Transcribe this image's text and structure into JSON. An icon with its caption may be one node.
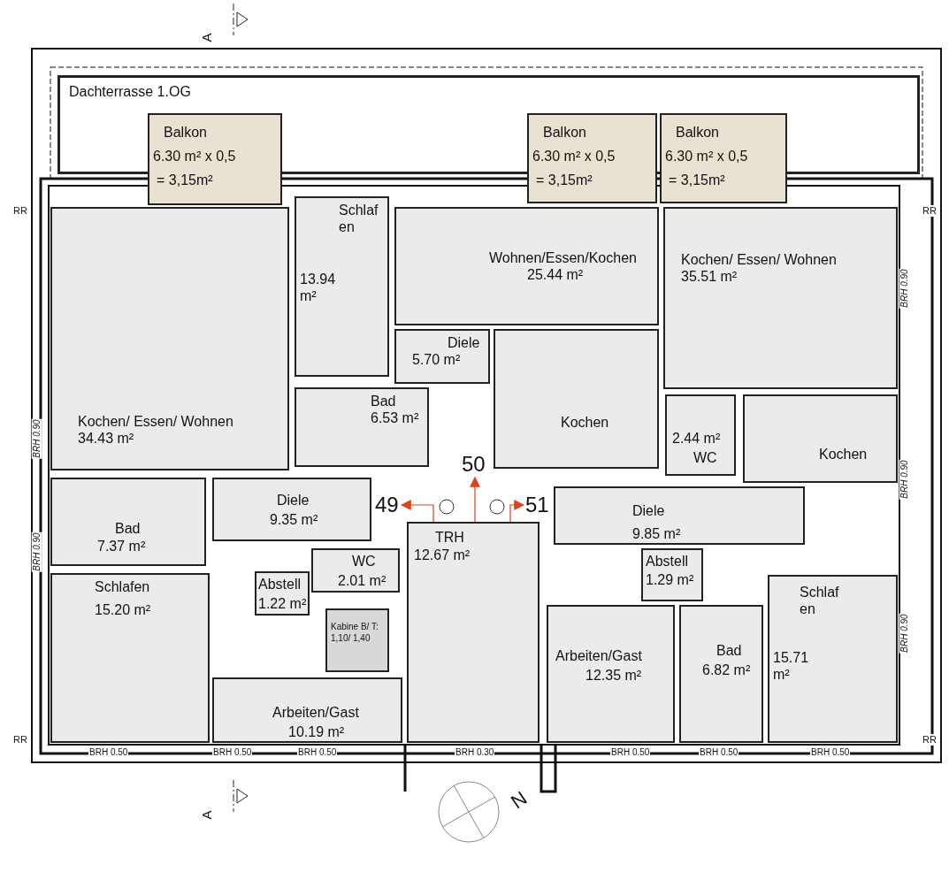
{
  "diagram": {
    "nodes": [
      {
        "text": [
          "Dachterrasse 1.OG"
        ]
      },
      {
        "text": [
          "Balkon",
          "6.30 m² x 0,5",
          "= 3,15m²"
        ]
      },
      {
        "text": [
          "Balkon",
          "6.30 m² x 0,5",
          "= 3,15m²"
        ]
      },
      {
        "text": [
          "Balkon",
          "6.30 m² x 0,5",
          "= 3,15m²"
        ]
      },
      {
        "text": [
          "Kochen/ Essen/ Wohnen",
          "34.43 m²"
        ]
      },
      {
        "text": [
          "Schlaf en",
          "13.94 m²"
        ]
      },
      {
        "text": [
          "Wohnen/Essen/Kochen",
          "25.44 m²"
        ]
      },
      {
        "text": [
          "Kochen/ Essen/ Wohnen",
          "35.51 m²"
        ]
      },
      {
        "text": [
          "Diele",
          "5.70 m²"
        ]
      },
      {
        "text": [
          "Bad",
          "6.53 m²"
        ]
      },
      {
        "text": [
          "Kochen"
        ]
      },
      {
        "text": [
          "2.44 m²",
          "WC"
        ]
      },
      {
        "text": [
          "Kochen"
        ]
      },
      {
        "text": [
          "Bad",
          "7.37 m²"
        ]
      },
      {
        "text": [
          "Diele",
          "9.35 m²"
        ]
      },
      {
        "text": [
          "TRH",
          "12.67 m²"
        ]
      },
      {
        "text": [
          "Diele",
          "9.85 m²"
        ]
      },
      {
        "text": [
          "Abstell",
          "1.29 m²"
        ]
      },
      {
        "text": [
          "WC",
          "2.01 m²"
        ]
      },
      {
        "text": [
          "Abstell",
          "1.22 m²"
        ]
      },
      {
        "text": [
          "Schlafen",
          "15.20 m²"
        ]
      },
      {
        "text": [
          "Kabine B/ T: 1,10/ 1,40"
        ]
      },
      {
        "text": [
          "Arbeiten/Gast",
          "10.19 m²"
        ]
      },
      {
        "text": [
          "Arbeiten/Gast",
          "12.35 m²"
        ]
      },
      {
        "text": [
          "Bad",
          "6.82 m²"
        ]
      },
      {
        "text": [
          "Schlaf en",
          "15.71 m²"
        ]
      },
      {
        "text": [
          "50"
        ]
      },
      {
        "text": [
          "49"
        ]
      },
      {
        "text": [
          "51"
        ]
      }
    ],
    "edges": [
      {
        "from": 15,
        "to": 27,
        "arrow": "to"
      },
      {
        "from": 15,
        "to": 26,
        "arrow": "to"
      },
      {
        "from": 15,
        "to": 28,
        "arrow": "to"
      }
    ],
    "labels": [
      "A",
      "RR",
      "RR",
      "BRH 0.90",
      "BRH 0.90",
      "BRH 0.90",
      "BRH 0.90",
      "BRH 0.90",
      "BRH 0.30",
      "BRH 0.50",
      "RR",
      "RR",
      "BRH 0.50",
      "BRH 0.50",
      "BRH 0.50",
      "BRH 0.50",
      "BRH 0.50",
      "A",
      "N"
    ]
  }
}
